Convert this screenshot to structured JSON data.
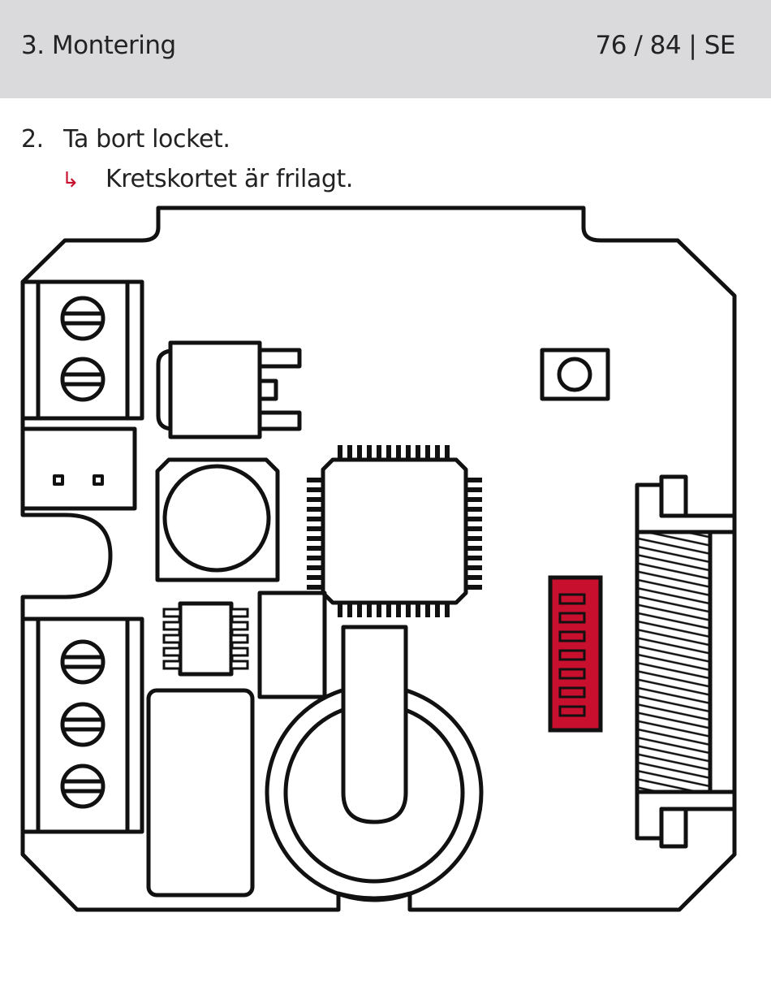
{
  "header": {
    "section": "3. Montering",
    "page_info": "76 / 84 | SE"
  },
  "instruction": {
    "step_number": "2.",
    "step_text": "Ta bort locket.",
    "result_text": "Kretskortet är frilagt."
  },
  "figure": {
    "highlight_color": "#c8102e",
    "outline_color": "#111111"
  }
}
